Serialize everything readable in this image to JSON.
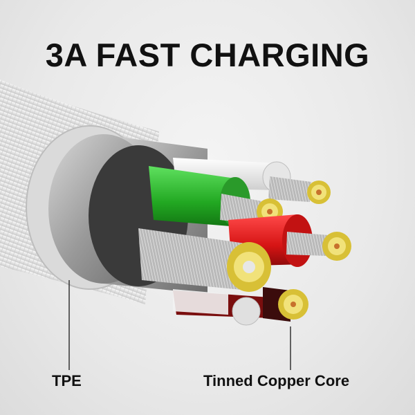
{
  "headline": "3A FAST CHARGING",
  "labels": {
    "outer_jacket": "TPE",
    "conductor": "Tinned Copper Core"
  },
  "colors": {
    "text": "#111111",
    "jacket": "#e4e4e4",
    "shield": "#b8b8b8",
    "wire_green": "#2fb52f",
    "wire_red": "#e01c1c",
    "wire_white": "#f2f2f2",
    "copper_tin": "#e8d45a"
  }
}
